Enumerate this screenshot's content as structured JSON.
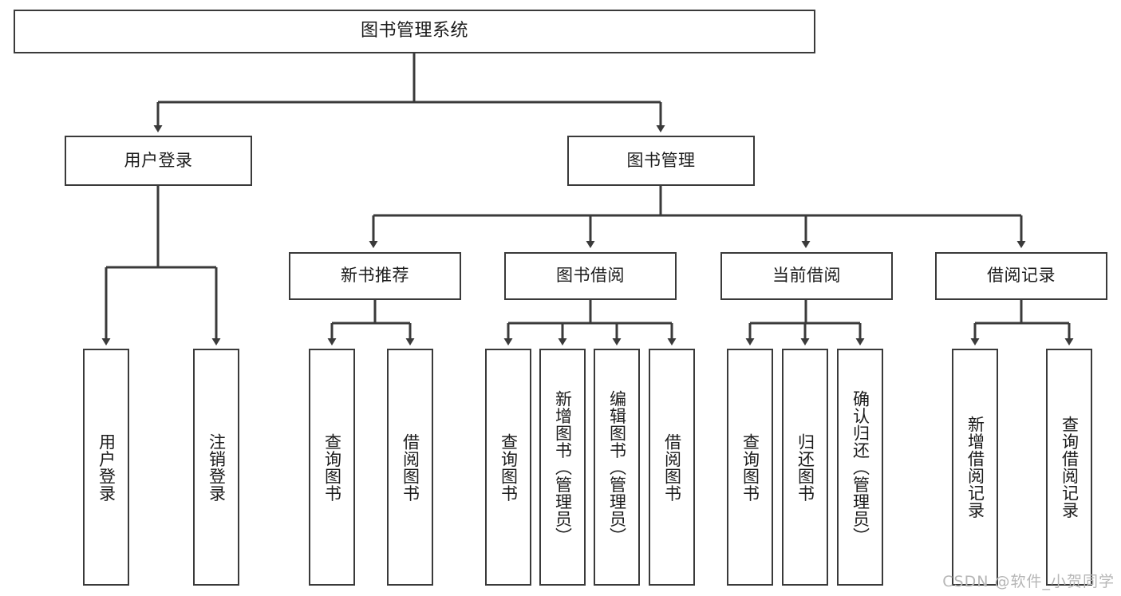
{
  "diagram": {
    "type": "tree-hierarchy-chart",
    "title": "图书管理系统",
    "watermark": "CSDN @软件_小贺同学",
    "colors": {
      "box_border": "#3a3a3a",
      "box_fill": "#ffffff",
      "connector": "#3a3a3a",
      "text": "#1b1b1b",
      "watermark": "#b6b6b6",
      "background": "#ffffff"
    },
    "levels": {
      "root": {
        "label": "图书管理系统"
      },
      "level2": [
        {
          "label": "用户登录"
        },
        {
          "label": "图书管理"
        }
      ],
      "level3": [
        {
          "label": "新书推荐"
        },
        {
          "label": "图书借阅"
        },
        {
          "label": "当前借阅"
        },
        {
          "label": "借阅记录"
        }
      ],
      "leaves": {
        "user_login": [
          {
            "label": "用户登录"
          },
          {
            "label": "注销登录"
          }
        ],
        "new_book_recommend": [
          {
            "label": "查询图书"
          },
          {
            "label": "借阅图书"
          }
        ],
        "book_borrow": [
          {
            "label": "查询图书"
          },
          {
            "label": "新增图书（管理员）"
          },
          {
            "label": "编辑图书（管理员）"
          },
          {
            "label": "借阅图书"
          }
        ],
        "current_borrow": [
          {
            "label": "查询图书"
          },
          {
            "label": "归还图书"
          },
          {
            "label": "确认归还（管理员）"
          }
        ],
        "borrow_record": [
          {
            "label": "新增借阅记录"
          },
          {
            "label": "查询借阅记录"
          }
        ]
      }
    }
  }
}
